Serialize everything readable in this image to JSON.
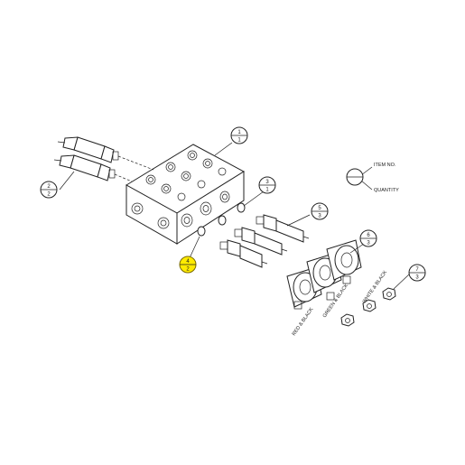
{
  "legend": {
    "item_label": "ITEM NO.",
    "qty_label": "QUANTITY"
  },
  "balloons": [
    {
      "item": "1",
      "qty": "1",
      "highlighted": false
    },
    {
      "item": "2",
      "qty": "2",
      "highlighted": false
    },
    {
      "item": "3",
      "qty": "1",
      "highlighted": false
    },
    {
      "item": "4",
      "qty": "2",
      "highlighted": true
    },
    {
      "item": "5",
      "qty": "3",
      "highlighted": false
    },
    {
      "item": "6",
      "qty": "3",
      "highlighted": false
    },
    {
      "item": "7",
      "qty": "3",
      "highlighted": false
    }
  ],
  "wire_labels": [
    "RED & BLACK",
    "GREEN & BLACK",
    "WHITE & BLACK"
  ],
  "colors": {
    "highlight": "#ffeb00",
    "line": "#222222"
  }
}
